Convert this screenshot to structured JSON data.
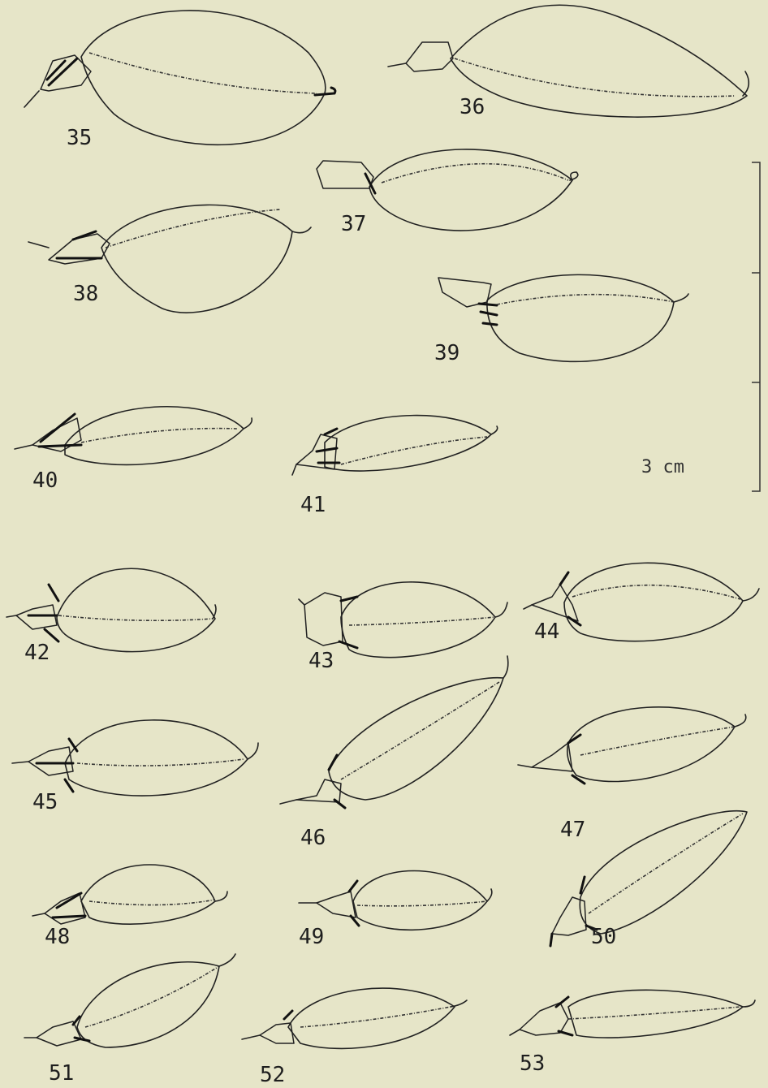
{
  "figures": [
    {
      "label": "35"
    },
    {
      "label": "36"
    },
    {
      "label": "37"
    },
    {
      "label": "38"
    },
    {
      "label": "39"
    },
    {
      "label": "40"
    },
    {
      "label": "41"
    },
    {
      "label": "42"
    },
    {
      "label": "43"
    },
    {
      "label": "44"
    },
    {
      "label": "45"
    },
    {
      "label": "46"
    },
    {
      "label": "47"
    },
    {
      "label": "48"
    },
    {
      "label": "49"
    },
    {
      "label": "50"
    },
    {
      "label": "51"
    },
    {
      "label": "52"
    },
    {
      "label": "53"
    }
  ],
  "scale_bar": {
    "label": "3 cm"
  },
  "colors": {
    "paper": "#e6e5c8",
    "ink": "#222222"
  }
}
